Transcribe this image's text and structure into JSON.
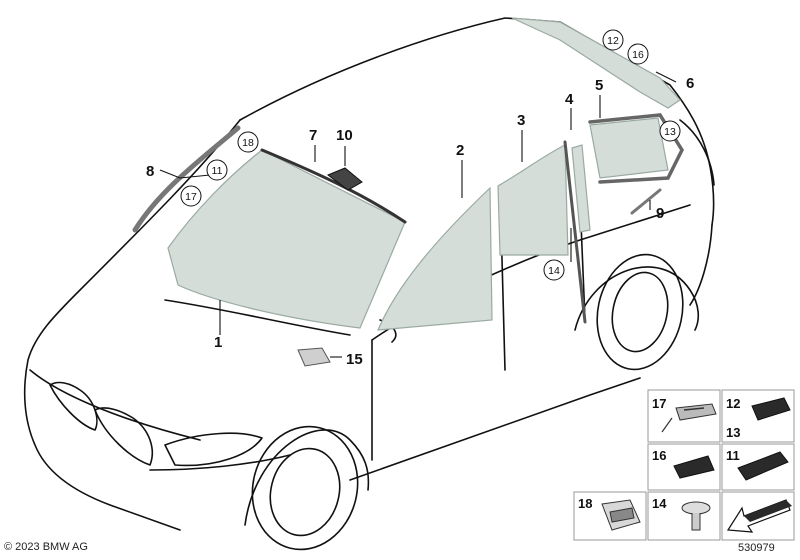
{
  "diagram": {
    "callouts": {
      "c1": "1",
      "c2": "2",
      "c3": "3",
      "c4": "4",
      "c5": "5",
      "c6": "6",
      "c7": "7",
      "c8": "8",
      "c9": "9",
      "c10": "10",
      "c15": "15"
    },
    "circled": {
      "c11": "11",
      "c12": "12",
      "c13": "13",
      "c14": "14",
      "c16": "16",
      "c17": "17",
      "c18": "18"
    }
  },
  "legend": {
    "cells": {
      "l17": "17",
      "l12": "12",
      "l13": "13",
      "l16": "16",
      "l11": "11",
      "l18": "18",
      "l14": "14"
    }
  },
  "footer": {
    "copyright": "© 2023 BMW AG",
    "reference": "530979"
  },
  "colors": {
    "glass": "#d4ddd8",
    "glass_edge": "#9aaaa2",
    "outline": "#111111",
    "part_dark": "#333333"
  }
}
